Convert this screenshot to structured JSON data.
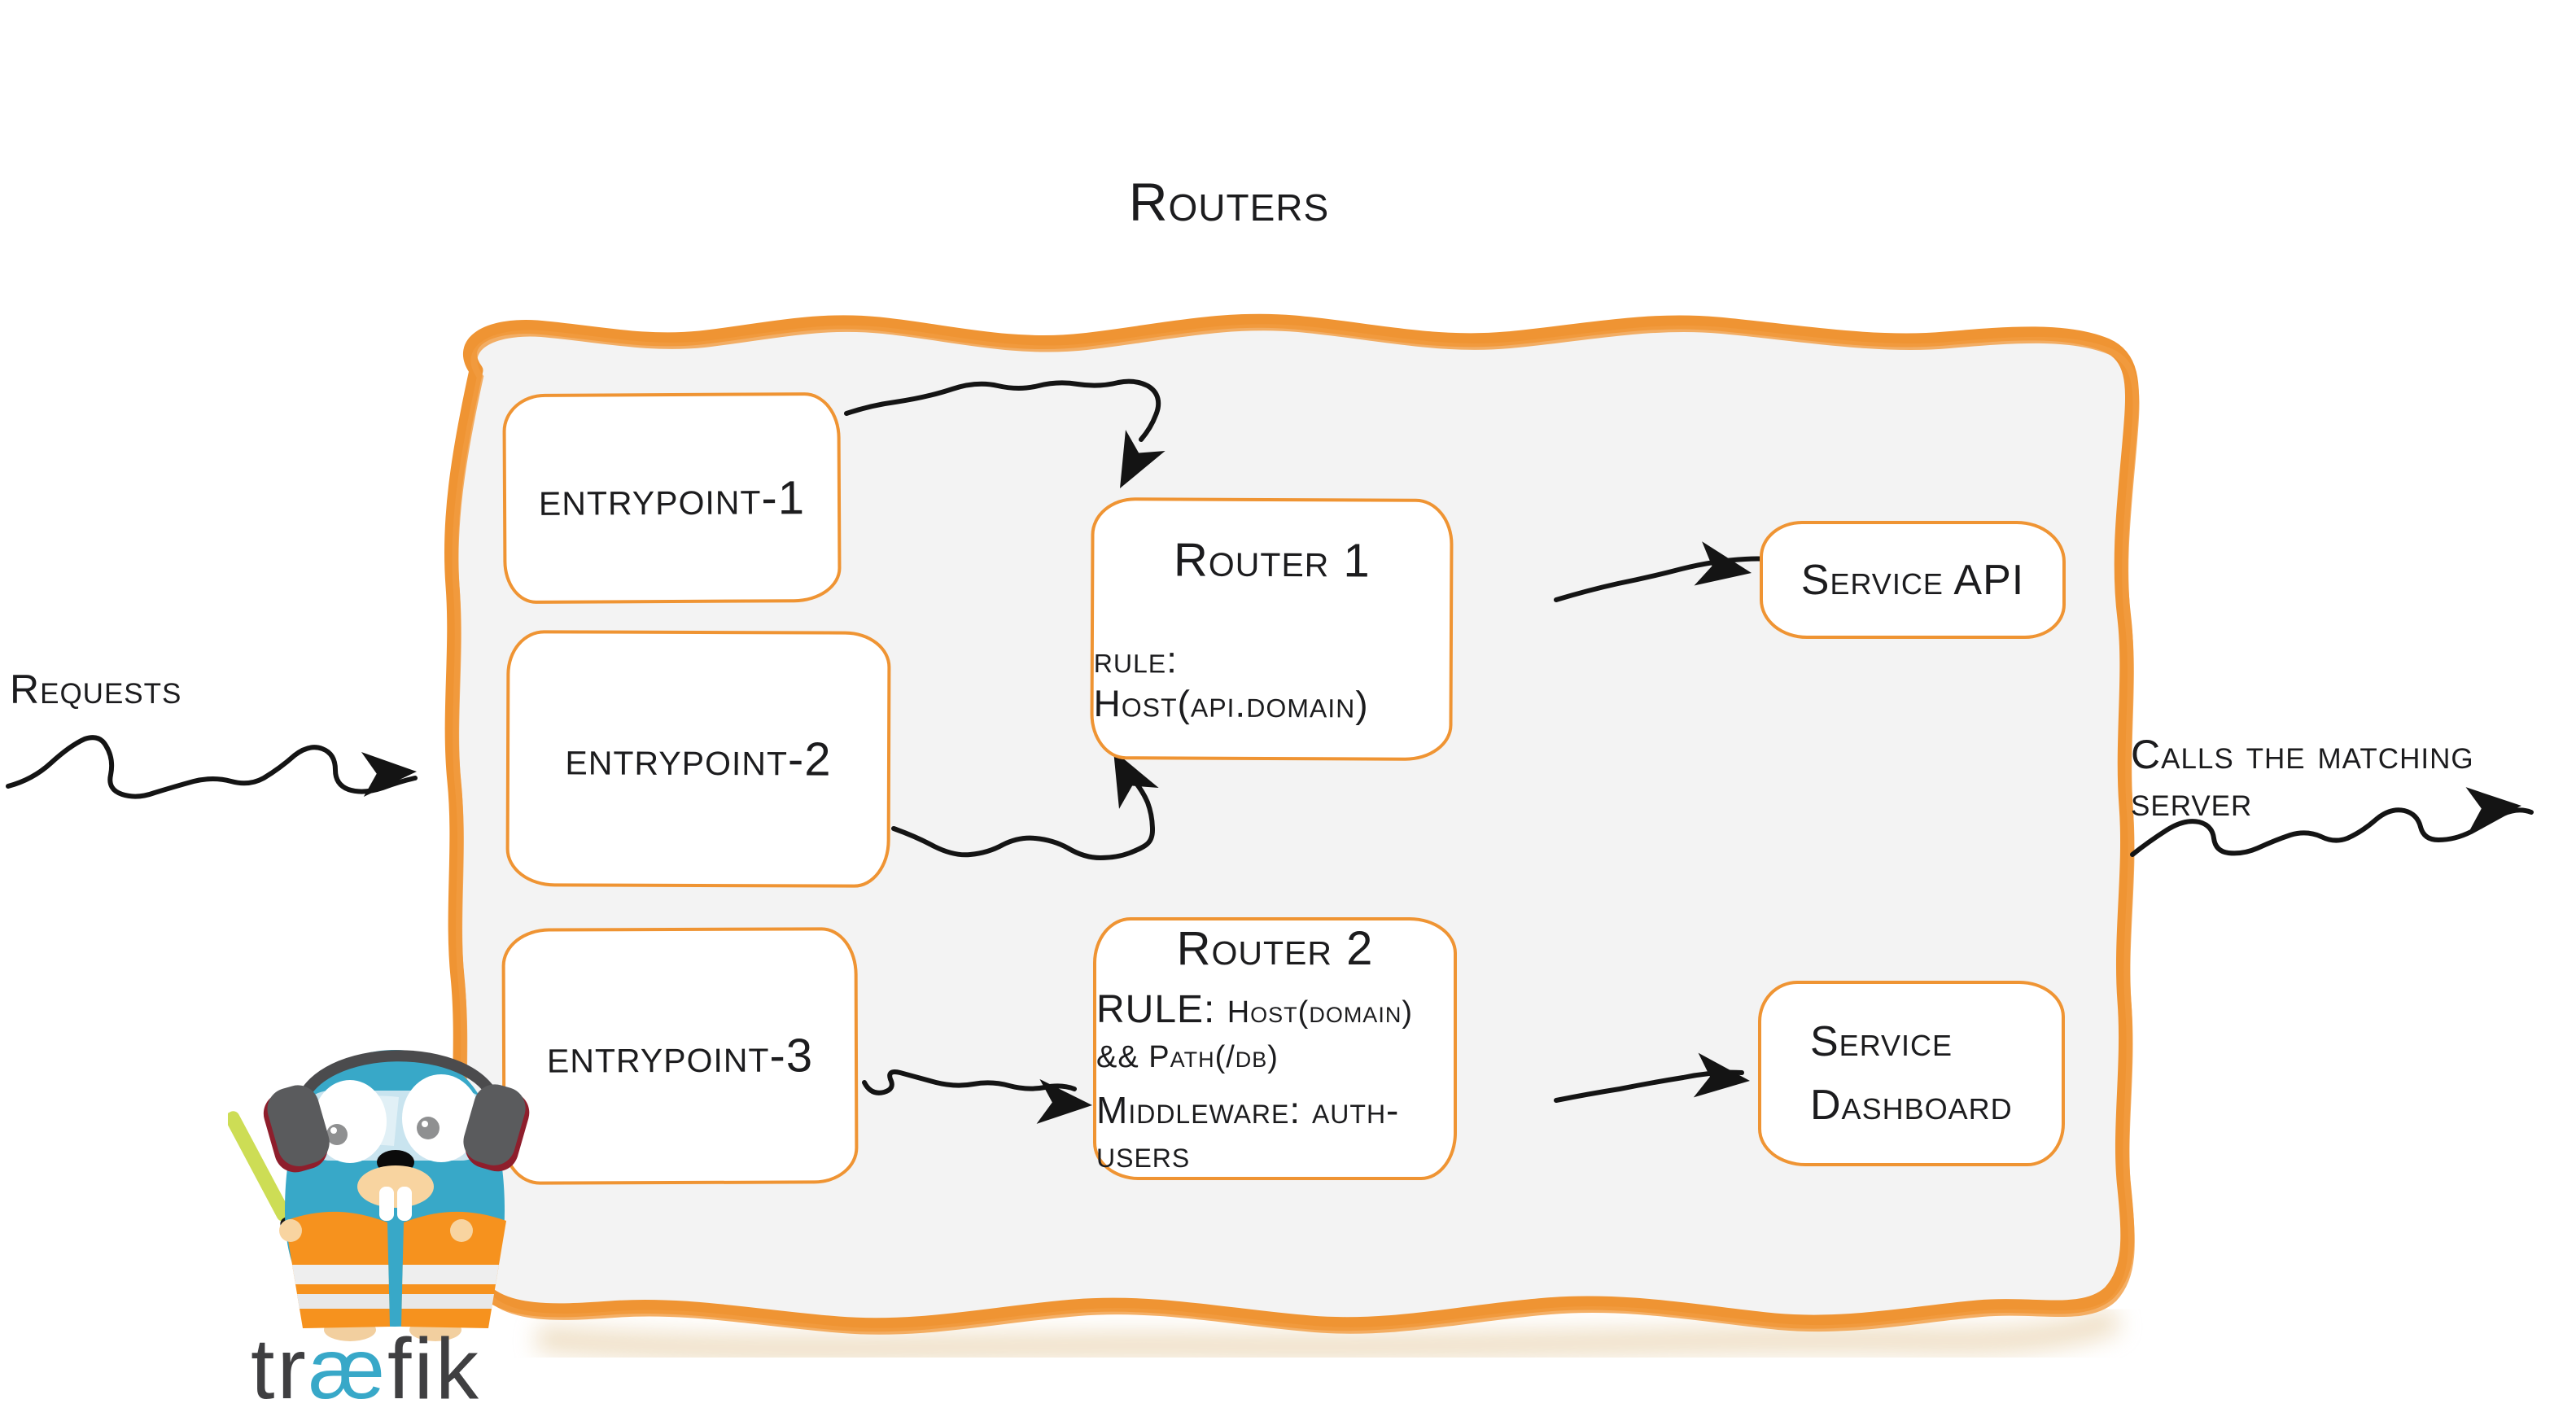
{
  "title": "Routers",
  "labels": {
    "requests": "Requests",
    "calls": "Calls the matching server"
  },
  "entrypoints": [
    {
      "label": "entrypoint-1"
    },
    {
      "label": "entrypoint-2"
    },
    {
      "label": "entrypoint-3"
    }
  ],
  "routers": [
    {
      "name": "Router 1",
      "rule": "rule: Host(api.domain)"
    },
    {
      "name": "Router 2",
      "rule_label": "RULE:",
      "rule": "Host(domain) && Path(/db)",
      "middleware": "Middleware: auth-users"
    }
  ],
  "services": [
    {
      "lines": [
        "Service API"
      ]
    },
    {
      "lines": [
        "Service",
        "Dashboard"
      ]
    }
  ],
  "logo": {
    "text_pre": "tr",
    "text_mid": "æ",
    "text_post": "fik"
  },
  "icons": {
    "arrows": [
      "arrow-requests-in",
      "arrow-entrypoint1-to-router1",
      "arrow-entrypoint2-to-router1",
      "arrow-entrypoint3-to-router2",
      "arrow-router1-to-service-api",
      "arrow-router2-to-service-dashboard",
      "arrow-calls-out"
    ],
    "logo_mascot": "traefik-gopher"
  },
  "colors": {
    "accent_orange": "#ef9433",
    "panel_gray": "#f3f3f3",
    "ink": "#1c1c1e",
    "arrow_black": "#141414",
    "traefik_teal": "#38a8c8",
    "vest_orange": "#f6921e",
    "wand_green": "#cddd55",
    "logo_gray": "#3f3f41"
  }
}
